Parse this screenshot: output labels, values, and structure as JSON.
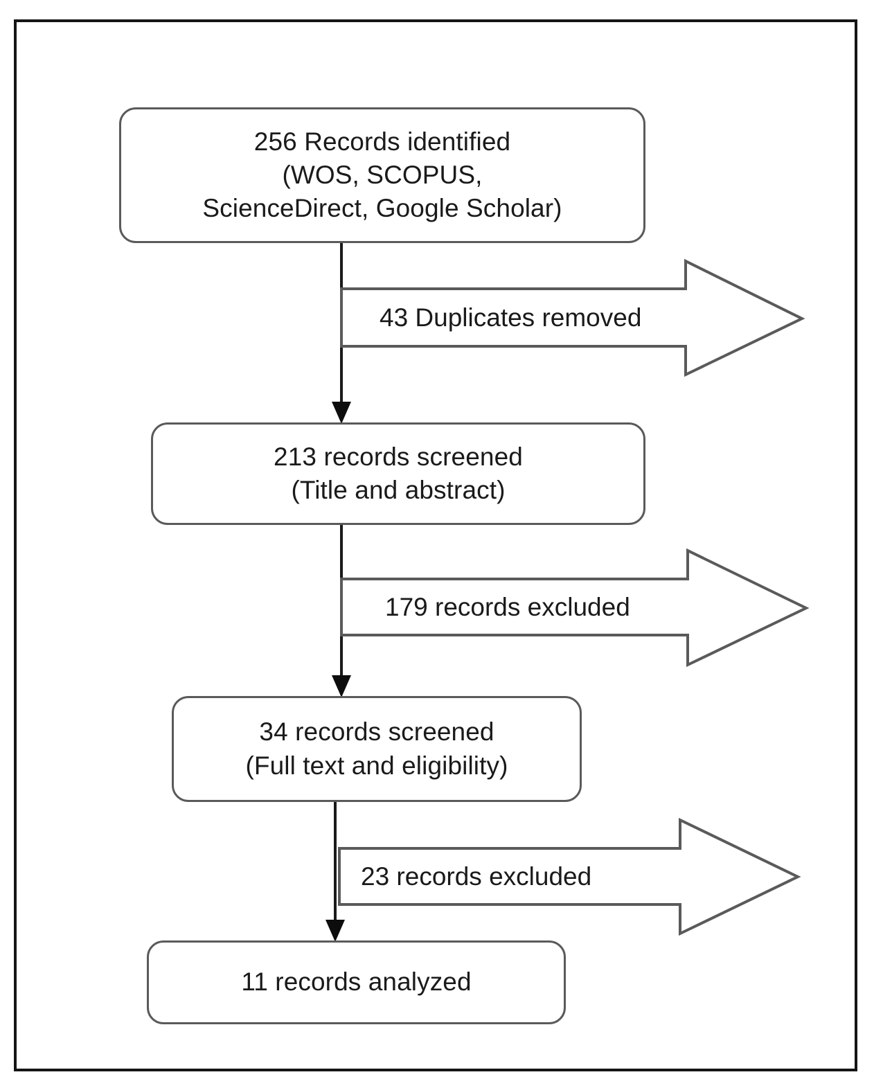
{
  "diagram": {
    "title": "PRISMA record selection flow diagram",
    "frame_color": "#151515",
    "box_border_color": "#5a5a5a",
    "arrow_stroke_color": "#5a5a5a",
    "connector_color": "#1a1a1a",
    "background_color": "#ffffff",
    "boxes": [
      {
        "id": "records-identified",
        "lines": [
          "256 Records identified",
          "(WOS, SCOPUS,",
          "ScienceDirect, Google Scholar)"
        ]
      },
      {
        "id": "records-screened-title-abstract",
        "lines": [
          "213 records screened",
          "(Title and abstract)"
        ]
      },
      {
        "id": "records-screened-fulltext",
        "lines": [
          "34 records screened",
          "(Full text and eligibility)"
        ]
      },
      {
        "id": "records-analyzed",
        "lines": [
          "11 records analyzed"
        ]
      }
    ],
    "exclusion_arrows": [
      {
        "id": "duplicates-removed",
        "label": "43 Duplicates removed"
      },
      {
        "id": "records-excluded-screening",
        "label": "179 records excluded"
      },
      {
        "id": "records-excluded-eligibility",
        "label": "23 records excluded"
      }
    ]
  },
  "chart_data": {
    "type": "diagram",
    "title": "PRISMA flow of records through the review",
    "stages": [
      {
        "stage": "Records identified",
        "count": 256,
        "sources": [
          "WOS",
          "SCOPUS",
          "ScienceDirect",
          "Google Scholar"
        ]
      },
      {
        "stage": "Duplicates removed",
        "count": 43
      },
      {
        "stage": "Records screened (Title and abstract)",
        "count": 213
      },
      {
        "stage": "Records excluded at screening",
        "count": 179
      },
      {
        "stage": "Records screened (Full text and eligibility)",
        "count": 34
      },
      {
        "stage": "Records excluded at eligibility",
        "count": 23
      },
      {
        "stage": "Records analyzed",
        "count": 11
      }
    ]
  }
}
